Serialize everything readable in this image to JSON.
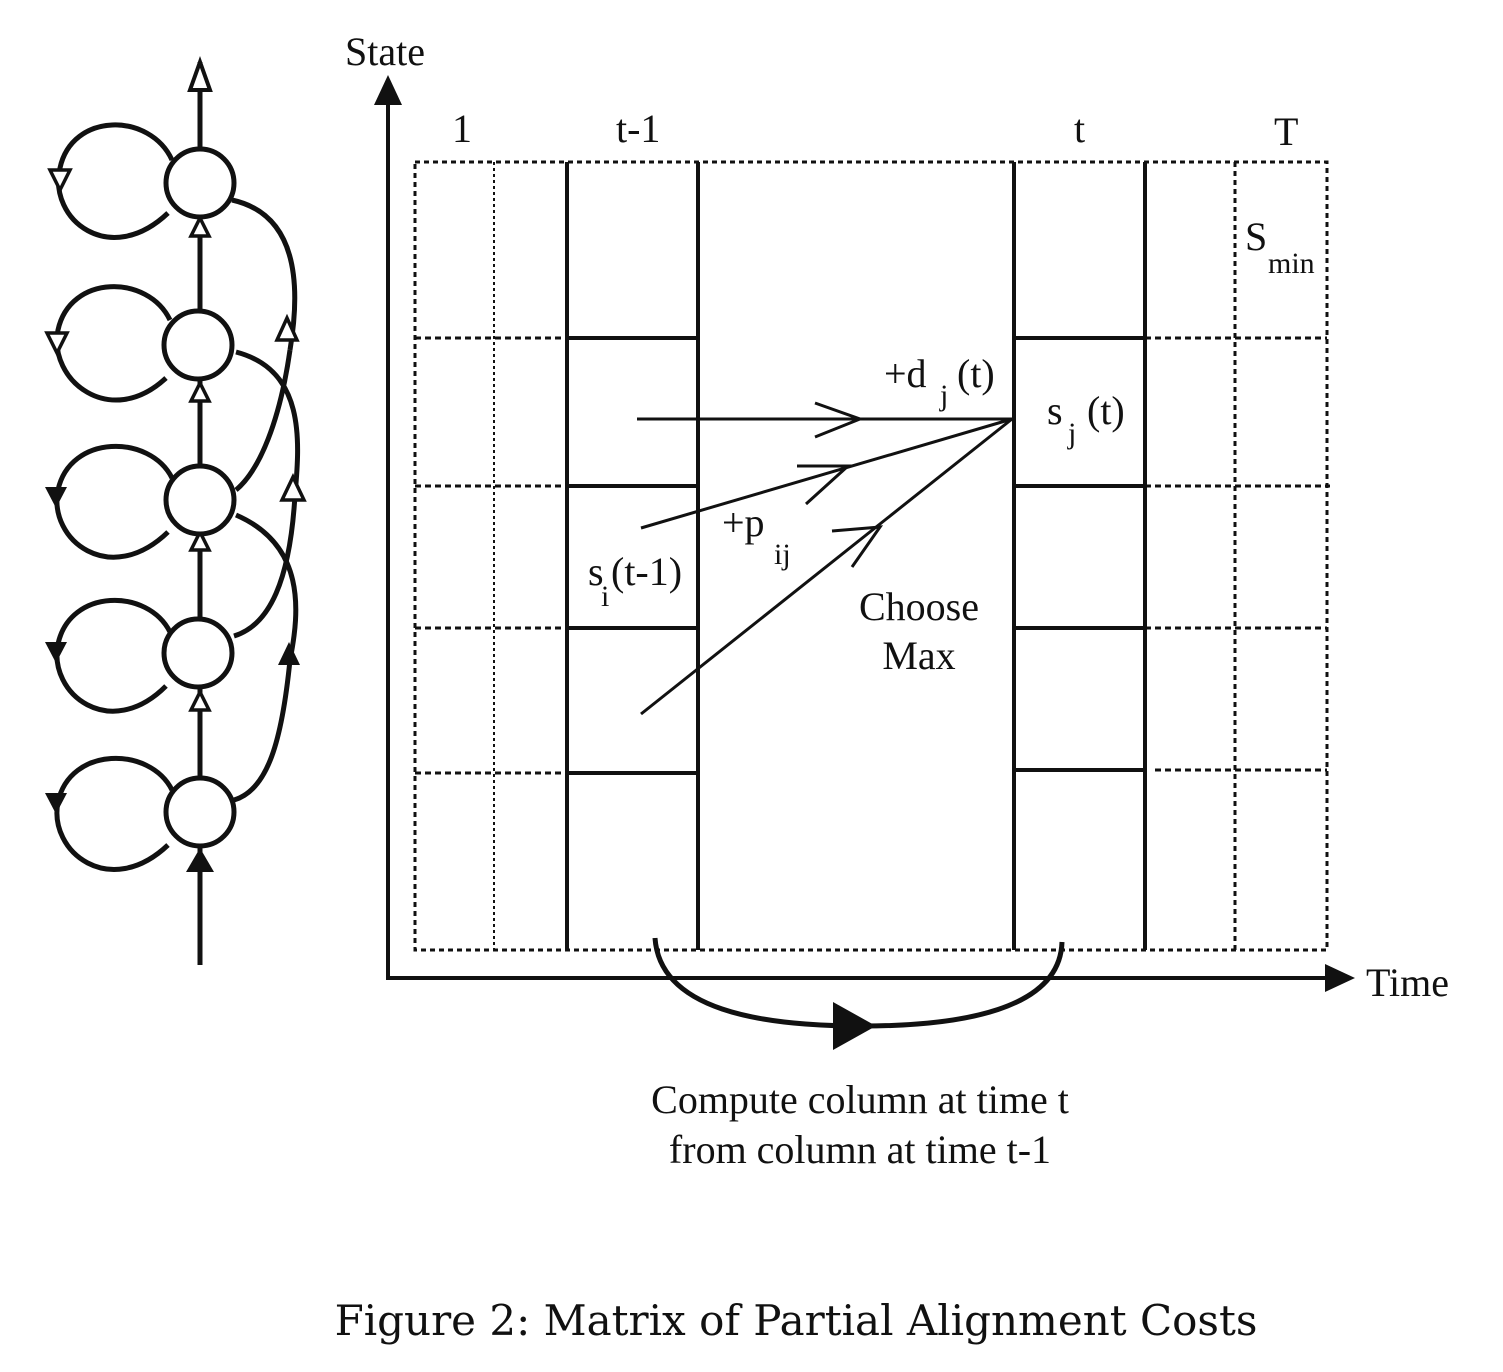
{
  "axes": {
    "y_label": "State",
    "x_label": "Time"
  },
  "columns": {
    "first": "1",
    "prev": "t-1",
    "current": "t",
    "last": "T"
  },
  "cells": {
    "s_min_main": "S",
    "s_min_sub": "min",
    "sj_main": "s",
    "sj_sub": "j",
    "sj_arg": "(t)",
    "si_main": "s",
    "si_sub": "i",
    "si_arg": "(t-1)"
  },
  "annotations": {
    "dj_main": "+d",
    "dj_sub": "j",
    "dj_arg": "(t)",
    "pij_main": "+p",
    "pij_sub": "ij",
    "choose_line1": "Choose",
    "choose_line2": "Max"
  },
  "note": {
    "line1": "Compute column at time t",
    "line2": "from column at time t-1"
  },
  "caption": "Figure 2: Matrix of Partial Alignment Costs"
}
